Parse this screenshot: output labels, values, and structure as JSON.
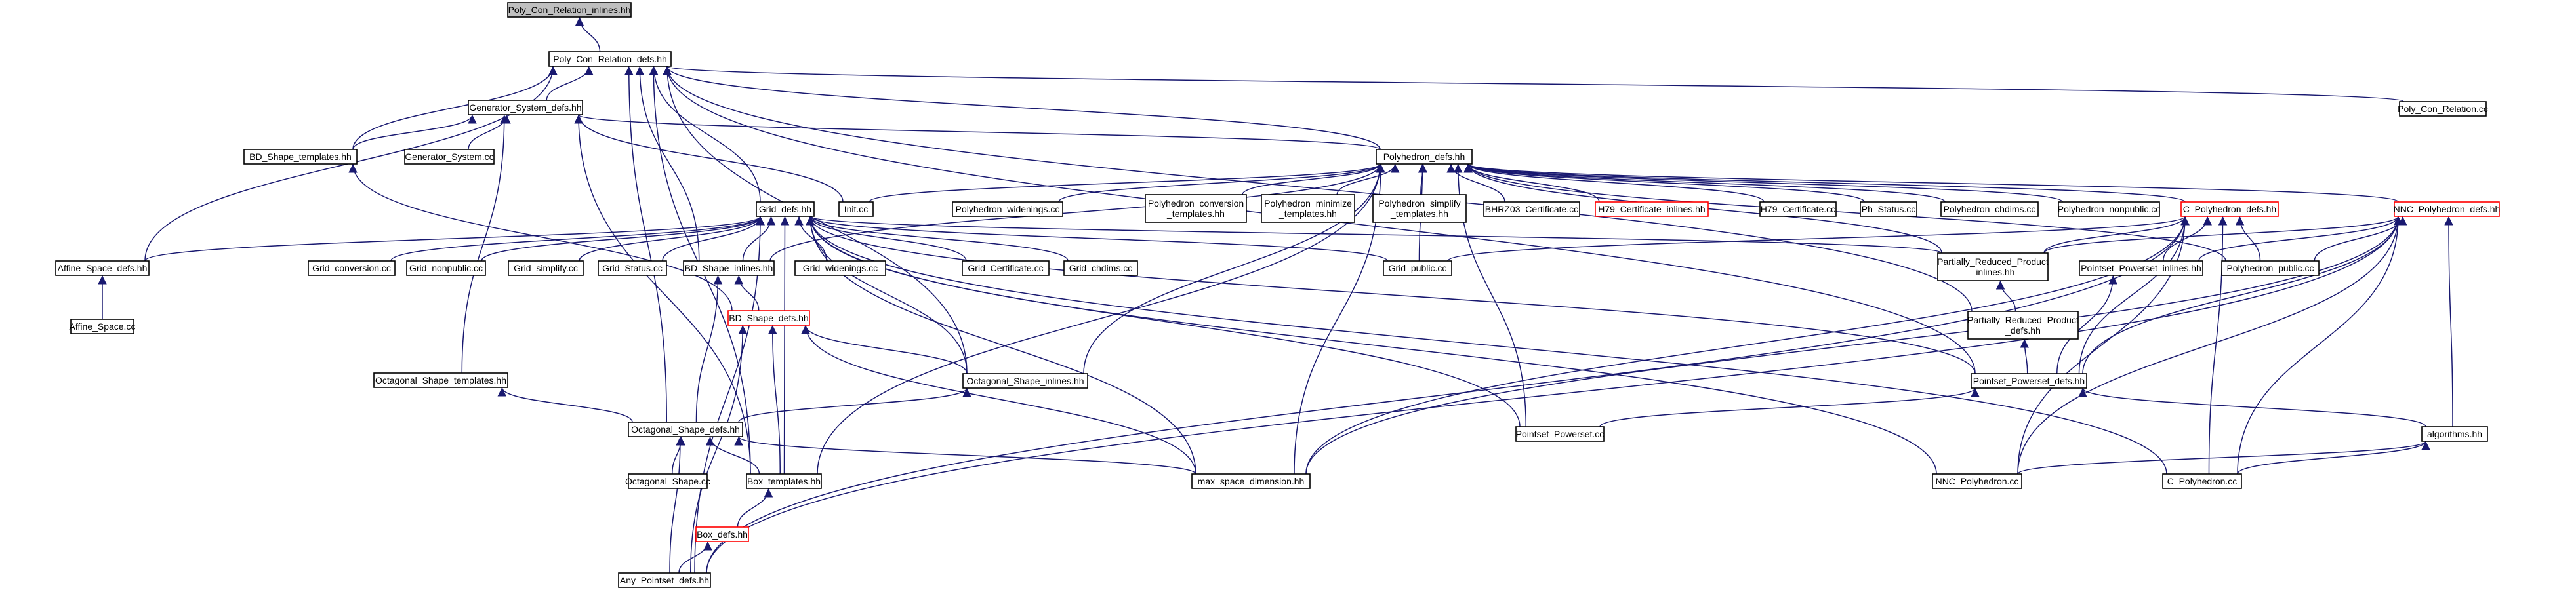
{
  "colors": {
    "edge": "#191970",
    "node_border": "#000000",
    "node_fill": "#ffffff",
    "incomplete_border": "#ff0000",
    "root_fill": "#bfbfbf"
  },
  "nodes": [
    {
      "id": "pci",
      "label": "Poly_Con_Relation_inlines.hh",
      "style": "root"
    },
    {
      "id": "pcd",
      "label": "Poly_Con_Relation_defs.hh"
    },
    {
      "id": "pccc",
      "label": "Poly_Con_Relation.cc"
    },
    {
      "id": "gsd",
      "label": "Generator_System_defs.hh"
    },
    {
      "id": "gscc",
      "label": "Generator_System.cc"
    },
    {
      "id": "bdt",
      "label": "BD_Shape_templates.hh"
    },
    {
      "id": "phd",
      "label": "Polyhedron_defs.hh"
    },
    {
      "id": "initcc",
      "label": "Init.cc"
    },
    {
      "id": "gridd",
      "label": "Grid_defs.hh"
    },
    {
      "id": "pwid",
      "label": "Polyhedron_widenings.cc"
    },
    {
      "id": "pconv",
      "label": [
        "Polyhedron_conversion",
        "_templates.hh"
      ]
    },
    {
      "id": "pmin",
      "label": [
        "Polyhedron_minimize",
        "_templates.hh"
      ]
    },
    {
      "id": "psimp",
      "label": [
        "Polyhedron_simplify",
        "_templates.hh"
      ]
    },
    {
      "id": "bhrz",
      "label": "BHRZ03_Certificate.cc"
    },
    {
      "id": "h79i",
      "label": "H79_Certificate_inlines.hh",
      "style": "incomplete"
    },
    {
      "id": "h79",
      "label": "H79_Certificate.cc"
    },
    {
      "id": "phst",
      "label": "Ph_Status.cc"
    },
    {
      "id": "pchd",
      "label": "Polyhedron_chdims.cc"
    },
    {
      "id": "pnonp",
      "label": "Polyhedron_nonpublic.cc"
    },
    {
      "id": "cpd",
      "label": "C_Polyhedron_defs.hh",
      "style": "incomplete"
    },
    {
      "id": "nncpd",
      "label": "NNC_Polyhedron_defs.hh",
      "style": "incomplete"
    },
    {
      "id": "asd",
      "label": "Affine_Space_defs.hh"
    },
    {
      "id": "ascc",
      "label": "Affine_Space.cc"
    },
    {
      "id": "gconv",
      "label": "Grid_conversion.cc"
    },
    {
      "id": "gnonp",
      "label": "Grid_nonpublic.cc"
    },
    {
      "id": "gsimp",
      "label": "Grid_simplify.cc"
    },
    {
      "id": "gstat",
      "label": "Grid_Status.cc"
    },
    {
      "id": "bdi",
      "label": "BD_Shape_inlines.hh"
    },
    {
      "id": "gwid",
      "label": "Grid_widenings.cc"
    },
    {
      "id": "gcert",
      "label": "Grid_Certificate.cc"
    },
    {
      "id": "gchd",
      "label": "Grid_chdims.cc"
    },
    {
      "id": "gpub",
      "label": "Grid_public.cc"
    },
    {
      "id": "prpi",
      "label": [
        "Partially_Reduced_Product",
        "_inlines.hh"
      ]
    },
    {
      "id": "ppi",
      "label": "Pointset_Powerset_inlines.hh"
    },
    {
      "id": "ppub",
      "label": "Polyhedron_public.cc"
    },
    {
      "id": "bdd",
      "label": "BD_Shape_defs.hh",
      "style": "incomplete"
    },
    {
      "id": "prpd",
      "label": [
        "Partially_Reduced_Product",
        "_defs.hh"
      ]
    },
    {
      "id": "ost",
      "label": "Octagonal_Shape_templates.hh"
    },
    {
      "id": "osi",
      "label": "Octagonal_Shape_inlines.hh"
    },
    {
      "id": "ppd",
      "label": "Pointset_Powerset_defs.hh"
    },
    {
      "id": "osd",
      "label": "Octagonal_Shape_defs.hh"
    },
    {
      "id": "ppcc",
      "label": "Pointset_Powerset.cc"
    },
    {
      "id": "alg",
      "label": "algorithms.hh"
    },
    {
      "id": "oscc",
      "label": "Octagonal_Shape.cc"
    },
    {
      "id": "boxt",
      "label": "Box_templates.hh"
    },
    {
      "id": "msd",
      "label": "max_space_dimension.hh"
    },
    {
      "id": "nnccc",
      "label": "NNC_Polyhedron.cc"
    },
    {
      "id": "cpcc",
      "label": "C_Polyhedron.cc"
    },
    {
      "id": "boxd",
      "label": "Box_defs.hh",
      "style": "incomplete"
    },
    {
      "id": "apd",
      "label": "Any_Pointset_defs.hh"
    }
  ],
  "edges": [
    [
      "pcd",
      "pci"
    ],
    [
      "pccc",
      "pcd"
    ],
    [
      "gsd",
      "pcd"
    ],
    [
      "bdt",
      "pcd"
    ],
    [
      "asd",
      "pcd"
    ],
    [
      "gridd",
      "pcd"
    ],
    [
      "bdi",
      "pcd"
    ],
    [
      "osd",
      "pcd"
    ],
    [
      "boxt",
      "pcd"
    ],
    [
      "phd",
      "pcd"
    ],
    [
      "osi",
      "pcd"
    ],
    [
      "prpd",
      "pcd"
    ],
    [
      "ppd",
      "pcd"
    ],
    [
      "gscc",
      "gsd"
    ],
    [
      "bdt",
      "gsd"
    ],
    [
      "initcc",
      "gsd"
    ],
    [
      "boxt",
      "gsd"
    ],
    [
      "ost",
      "gsd"
    ],
    [
      "phd",
      "gsd"
    ],
    [
      "bdd",
      "bdt"
    ],
    [
      "initcc",
      "phd"
    ],
    [
      "pwid",
      "phd"
    ],
    [
      "pconv",
      "phd"
    ],
    [
      "pmin",
      "phd"
    ],
    [
      "psimp",
      "phd"
    ],
    [
      "bhrz",
      "phd"
    ],
    [
      "h79i",
      "phd"
    ],
    [
      "h79",
      "phd"
    ],
    [
      "phst",
      "phd"
    ],
    [
      "pchd",
      "phd"
    ],
    [
      "pnonp",
      "phd"
    ],
    [
      "cpd",
      "phd"
    ],
    [
      "nncpd",
      "phd"
    ],
    [
      "ppub",
      "phd"
    ],
    [
      "gpub",
      "phd"
    ],
    [
      "osi",
      "phd"
    ],
    [
      "msd",
      "phd"
    ],
    [
      "boxt",
      "phd"
    ],
    [
      "bdi",
      "phd"
    ],
    [
      "ppcc",
      "phd"
    ],
    [
      "prpi",
      "phd"
    ],
    [
      "ascc",
      "asd"
    ],
    [
      "asd",
      "gridd"
    ],
    [
      "gconv",
      "gridd"
    ],
    [
      "gnonp",
      "gridd"
    ],
    [
      "gsimp",
      "gridd"
    ],
    [
      "gstat",
      "gridd"
    ],
    [
      "bdi",
      "gridd"
    ],
    [
      "gwid",
      "gridd"
    ],
    [
      "gcert",
      "gridd"
    ],
    [
      "gchd",
      "gridd"
    ],
    [
      "gpub",
      "gridd"
    ],
    [
      "prpi",
      "gridd"
    ],
    [
      "ppd",
      "gridd"
    ],
    [
      "osi",
      "gridd"
    ],
    [
      "msd",
      "gridd"
    ],
    [
      "boxt",
      "gridd"
    ],
    [
      "apd",
      "gridd"
    ],
    [
      "nnccc",
      "gridd"
    ],
    [
      "cpcc",
      "gridd"
    ],
    [
      "ppcc",
      "gridd"
    ],
    [
      "prpi",
      "cpd"
    ],
    [
      "ppi",
      "cpd"
    ],
    [
      "ppub",
      "cpd"
    ],
    [
      "ppd",
      "cpd"
    ],
    [
      "msd",
      "cpd"
    ],
    [
      "nnccc",
      "cpd"
    ],
    [
      "cpcc",
      "cpd"
    ],
    [
      "apd",
      "cpd"
    ],
    [
      "gpub",
      "cpd"
    ],
    [
      "prpi",
      "nncpd"
    ],
    [
      "ppi",
      "nncpd"
    ],
    [
      "ppub",
      "nncpd"
    ],
    [
      "ppd",
      "nncpd"
    ],
    [
      "alg",
      "nncpd"
    ],
    [
      "nnccc",
      "nncpd"
    ],
    [
      "cpcc",
      "nncpd"
    ],
    [
      "msd",
      "nncpd"
    ],
    [
      "apd",
      "nncpd"
    ],
    [
      "bdd",
      "bdi"
    ],
    [
      "osd",
      "bdi"
    ],
    [
      "prpd",
      "prpi"
    ],
    [
      "ppd",
      "ppi"
    ],
    [
      "ppd",
      "prpd"
    ],
    [
      "osi",
      "bdd"
    ],
    [
      "boxt",
      "bdd"
    ],
    [
      "msd",
      "bdd"
    ],
    [
      "apd",
      "bdd"
    ],
    [
      "osd",
      "ost"
    ],
    [
      "osd",
      "osi"
    ],
    [
      "ppcc",
      "ppd"
    ],
    [
      "alg",
      "ppd"
    ],
    [
      "oscc",
      "osd"
    ],
    [
      "boxt",
      "osd"
    ],
    [
      "msd",
      "osd"
    ],
    [
      "apd",
      "osd"
    ],
    [
      "nnccc",
      "alg"
    ],
    [
      "cpcc",
      "alg"
    ],
    [
      "boxd",
      "boxt"
    ],
    [
      "apd",
      "boxd"
    ]
  ]
}
